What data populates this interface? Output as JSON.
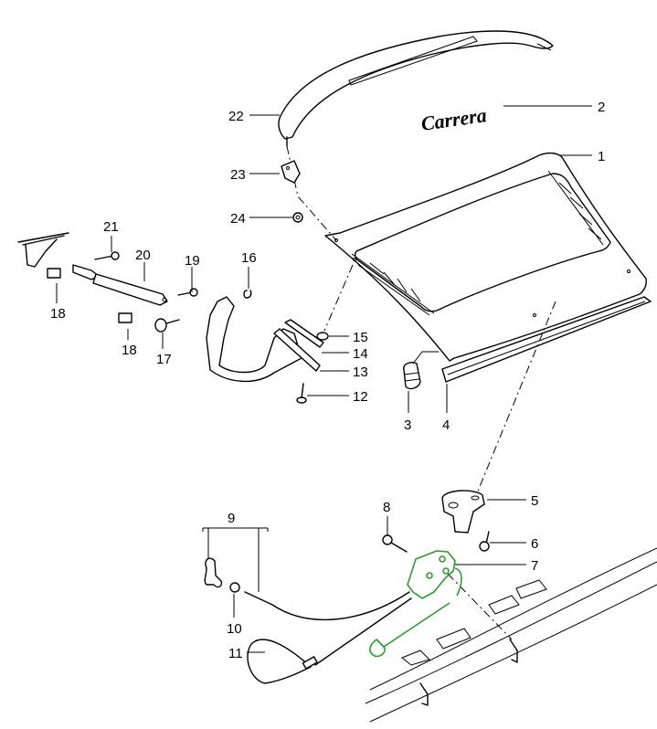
{
  "diagram": {
    "title_logo": "Carrera",
    "highlight_color": "#2e9a2e",
    "highlighted_part": "7",
    "callouts": [
      {
        "id": "1"
      },
      {
        "id": "2"
      },
      {
        "id": "3"
      },
      {
        "id": "4"
      },
      {
        "id": "5"
      },
      {
        "id": "6"
      },
      {
        "id": "7"
      },
      {
        "id": "8"
      },
      {
        "id": "9"
      },
      {
        "id": "10"
      },
      {
        "id": "11"
      },
      {
        "id": "12"
      },
      {
        "id": "13"
      },
      {
        "id": "14"
      },
      {
        "id": "15"
      },
      {
        "id": "16"
      },
      {
        "id": "17"
      },
      {
        "id": "18"
      },
      {
        "id": "19"
      },
      {
        "id": "20"
      },
      {
        "id": "21"
      },
      {
        "id": "22"
      },
      {
        "id": "23"
      },
      {
        "id": "24"
      }
    ],
    "labels": {
      "l1": "1",
      "l2": "2",
      "l3": "3",
      "l4": "4",
      "l5": "5",
      "l6": "6",
      "l7": "7",
      "l8": "8",
      "l9": "9",
      "l10": "10",
      "l11": "11",
      "l12": "12",
      "l13": "13",
      "l14": "14",
      "l15": "15",
      "l16": "16",
      "l17": "17",
      "l18a": "18",
      "l18b": "18",
      "l19": "19",
      "l20": "20",
      "l21": "21",
      "l22": "22",
      "l23": "23",
      "l24": "24"
    }
  }
}
